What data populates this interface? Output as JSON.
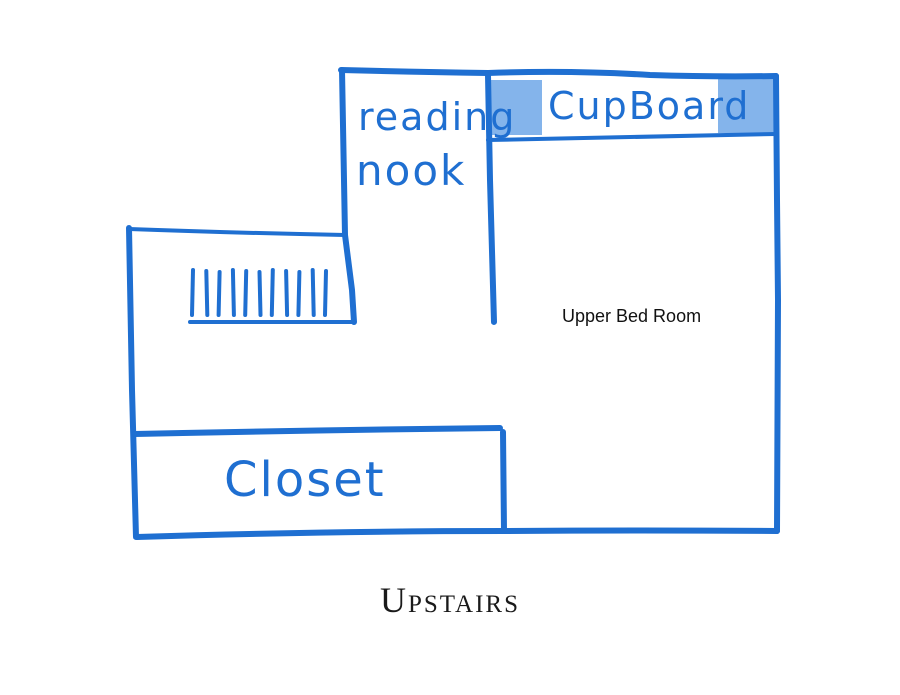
{
  "colors": {
    "ink": "#1f6fd1",
    "highlight": "#6fa7e8",
    "text": "#111111",
    "caption": "#1a1a1a"
  },
  "rooms": {
    "reading_nook": {
      "line1": "reading",
      "line2": "nook"
    },
    "cupboard": "CupBoard",
    "upper_bed_room": "Upper Bed Room",
    "closet": "Closet"
  },
  "stairs": {
    "tread_count": 11
  },
  "caption": "Upstairs"
}
